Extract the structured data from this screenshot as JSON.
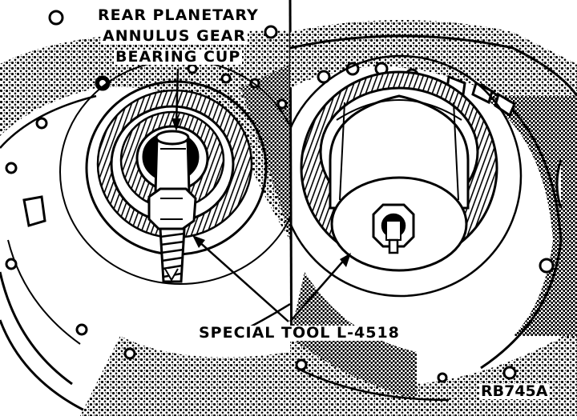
{
  "labels": {
    "callout_top": [
      "REAR PLANETARY",
      "ANNULUS GEAR",
      "BEARING CUP"
    ],
    "callout_bottom": "SPECIAL TOOL L-4518",
    "figure_code": "RB745A"
  },
  "colors": {
    "ink": "#000000",
    "paper": "#ffffff"
  }
}
